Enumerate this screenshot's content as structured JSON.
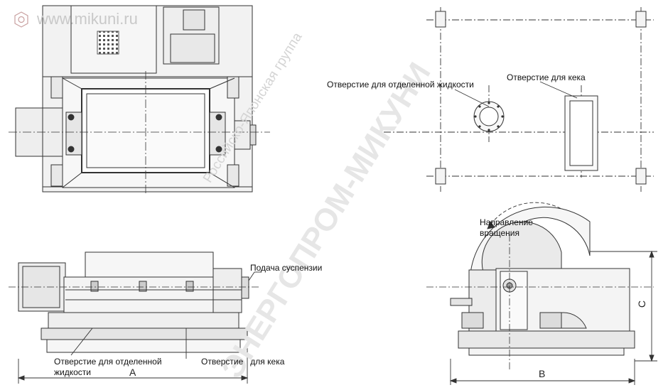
{
  "watermark": {
    "url": "www.mikuni.ru",
    "company": "Российско-Японская группа",
    "brand": "ЭНЕРГОПРОМ-МИКУНИ"
  },
  "labels": {
    "separated_liquid_outlet": "Отверстие для отделенной жидкости",
    "cake_outlet": "Отверстие для кека",
    "suspension_feed": "Подача суспензии",
    "rotation_direction_line1": "Направление",
    "rotation_direction_line2": "вращения",
    "separated_liquid_line1": "Отверстие для отделенной",
    "separated_liquid_line2": "жидкости",
    "cake_outlet_bottom": "Отверстие   для кека"
  },
  "dimensions": {
    "a": "A",
    "b": "B",
    "c": "C"
  },
  "colors": {
    "line": "#333333",
    "fill": "#f4f4f4",
    "watermark": "#d0d0d0"
  }
}
